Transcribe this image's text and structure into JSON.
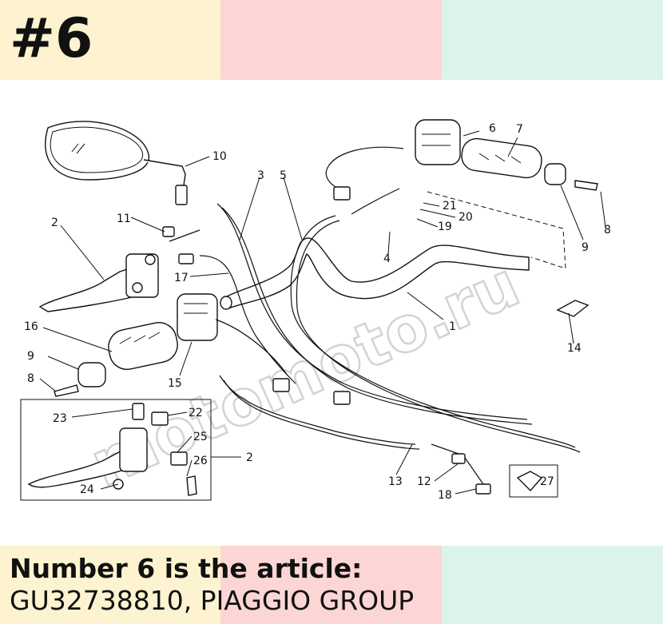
{
  "header": {
    "title": "#6"
  },
  "footer": {
    "line1": "Number 6 is the article:",
    "line2": "GU32738810, PIAGGIO GROUP"
  },
  "colors": {
    "band_yellow": "#fdf3d0",
    "band_pink": "#fbd6d4",
    "band_mint": "#dcf3ec",
    "text": "#111111"
  },
  "watermark": {
    "text": "motomoto.ru"
  },
  "callouts": {
    "c1": "1",
    "c2": "2",
    "c2b": "2",
    "c3": "3",
    "c4": "4",
    "c5": "5",
    "c6": "6",
    "c7": "7",
    "c8": "8",
    "c8b": "8",
    "c9": "9",
    "c9b": "9",
    "c10": "10",
    "c11": "11",
    "c12": "12",
    "c13": "13",
    "c14": "14",
    "c15": "15",
    "c16": "16",
    "c17": "17",
    "c18": "18",
    "c19": "19",
    "c20": "20",
    "c21": "21",
    "c22": "22",
    "c23": "23",
    "c24": "24",
    "c25": "25",
    "c26": "26",
    "c27": "27"
  }
}
